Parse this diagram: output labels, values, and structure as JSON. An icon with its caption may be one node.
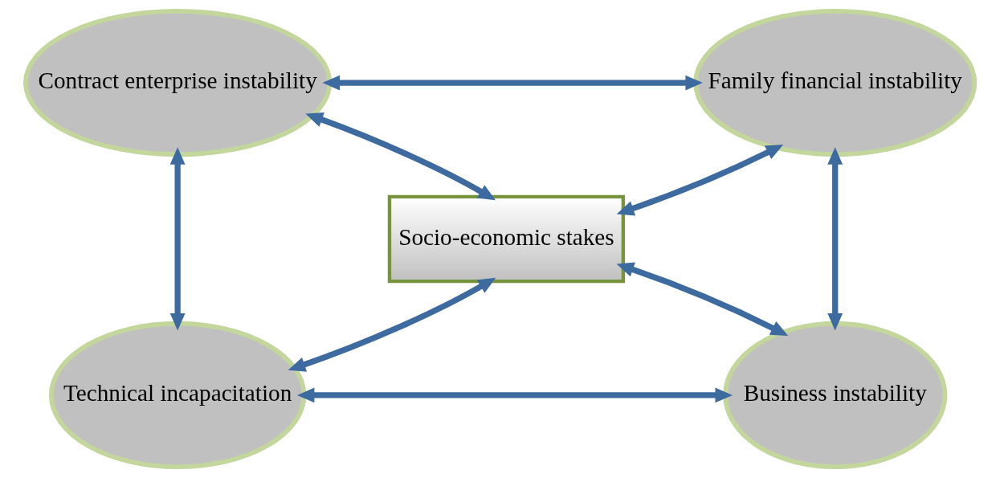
{
  "diagram": {
    "nodes": [
      {
        "text": [
          "Contract enterprise instability"
        ]
      },
      {
        "text": [
          "Family financial instability"
        ]
      },
      {
        "text": [
          "Socio-economic stakes"
        ]
      },
      {
        "text": [
          "Technical incapacitation"
        ]
      },
      {
        "text": [
          "Business instability"
        ]
      }
    ],
    "edges": [
      {
        "from": 0,
        "to": 1,
        "arrow": "both"
      },
      {
        "from": 0,
        "to": 2,
        "arrow": "both"
      },
      {
        "from": 1,
        "to": 2,
        "arrow": "both"
      },
      {
        "from": 0,
        "to": 3,
        "arrow": "both"
      },
      {
        "from": 1,
        "to": 4,
        "arrow": "both"
      },
      {
        "from": 3,
        "to": 2,
        "arrow": "both"
      },
      {
        "from": 4,
        "to": 2,
        "arrow": "both"
      },
      {
        "from": 3,
        "to": 4,
        "arrow": "both"
      }
    ]
  }
}
